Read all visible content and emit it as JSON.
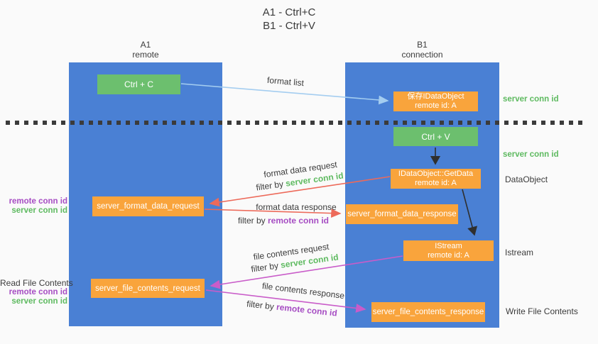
{
  "title": {
    "line1": "A1 - Ctrl+C",
    "line2": "B1 - Ctrl+V"
  },
  "lanes": {
    "left": {
      "title": "A1",
      "subtitle": "remote"
    },
    "right": {
      "title": "B1",
      "subtitle": "connection"
    }
  },
  "nodes": {
    "ctrl_c": "Ctrl + C",
    "save_idataobject": {
      "title": "保存IDataObject",
      "subtitle": "remote id: A"
    },
    "ctrl_v": "Ctrl + V",
    "getdata": {
      "title": "IDataObject::GetData",
      "subtitle": "remote id: A"
    },
    "format_request": "server_format_data_request",
    "format_response": "server_format_data_response",
    "istream": {
      "title": "IStream",
      "subtitle": "remote id: A"
    },
    "file_request": "server_file_contents_request",
    "file_response": "server_file_contents_response"
  },
  "edges": {
    "format_list": "format list",
    "format_data_request": "format data request",
    "format_data_response": "format data response",
    "file_contents_request": "file contents request",
    "file_contents_response": "file contents response",
    "filter_by": "filter by",
    "server_conn_id": "server conn id",
    "remote_conn_id": "remote conn id"
  },
  "annotations": {
    "server_conn_id": "server conn id",
    "remote_conn_id": "remote conn id",
    "dataobject": "DataObject",
    "istream": "Istream",
    "read_file_contents": "Read File Contents",
    "write_file_contents": "Write File Contents"
  },
  "colors": {
    "lane_blue": "#4a80d4",
    "node_green": "#6cbf6e",
    "node_orange": "#f9a43c",
    "arrow_light_blue": "#a4cdf0",
    "arrow_red": "#ed6a5a",
    "arrow_magenta": "#c95cc9",
    "arrow_black": "#2f2f2f",
    "text_green": "#5eba60",
    "text_purple": "#a64dc3",
    "text_dark": "#3c3c3c"
  }
}
